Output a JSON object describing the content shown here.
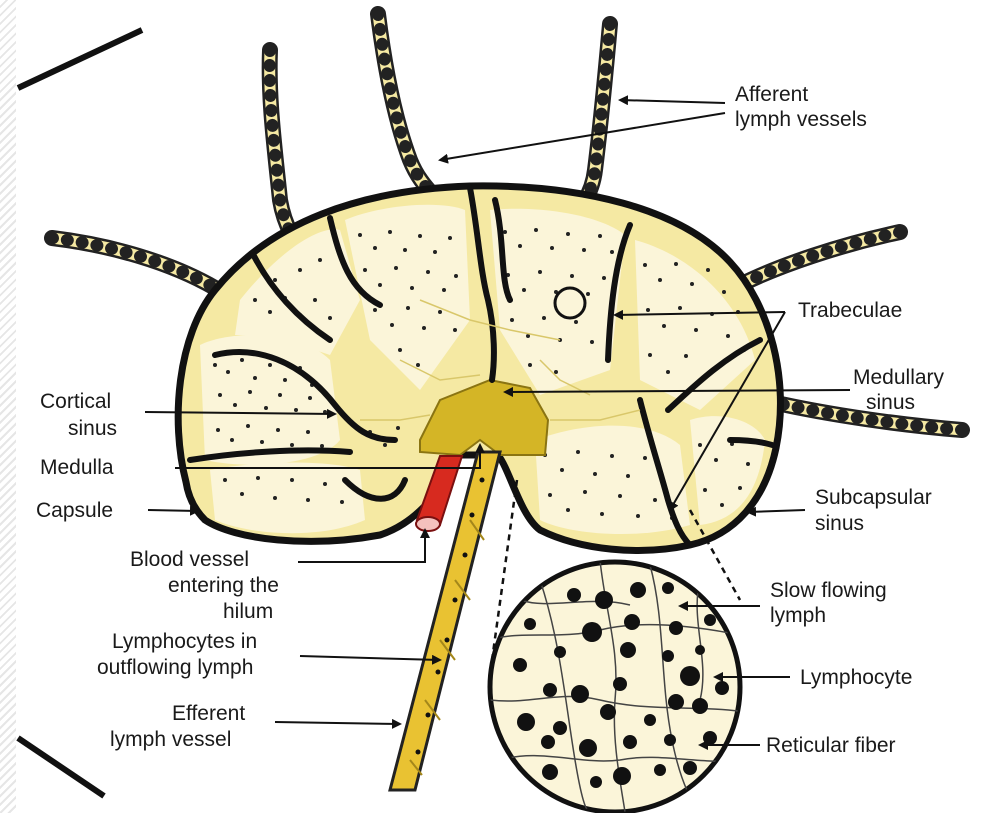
{
  "diagram": {
    "labels": {
      "afferent_line1": "Afferent",
      "afferent_line2": "lymph vessels",
      "trabeculae": "Trabeculae",
      "medullary_line1": "Medullary",
      "medullary_line2": "sinus",
      "cortical_line1": "Cortical",
      "cortical_line2": "sinus",
      "medulla": "Medulla",
      "capsule": "Capsule",
      "subcapsular_line1": "Subcapsular",
      "subcapsular_line2": "sinus",
      "blood_line1": "Blood vessel",
      "blood_line2": "entering the",
      "blood_line3": "hilum",
      "slow_line1": "Slow flowing",
      "slow_line2": "lymph",
      "lymphocyte": "Lymphocyte",
      "lymphocytes_line1": "Lymphocytes in",
      "lymphocytes_line2": "outflowing lymph",
      "efferent_line1": "Efferent",
      "efferent_line2": "lymph vessel",
      "reticular": "Reticular fiber"
    },
    "colors": {
      "capsule_fill": "#f5e9a3",
      "cortex_fill": "#fbf5d9",
      "medullary_gold": "#d4b526",
      "blood_red": "#d72a1f",
      "outline": "#111111"
    }
  }
}
